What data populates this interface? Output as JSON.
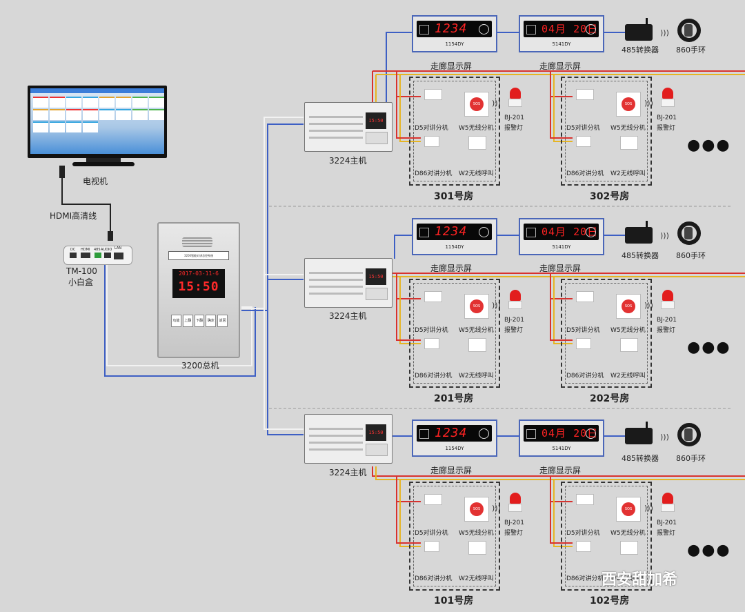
{
  "tv": {
    "label": "电视机"
  },
  "hdmi": {
    "label": "HDMI高清线"
  },
  "tm100": {
    "model": "TM-100",
    "name": "小白盒",
    "ports": [
      "DC",
      "HDMI",
      "485",
      "AUDIO",
      "LAN"
    ]
  },
  "master": {
    "label": "3200总机",
    "header": "3200智能对讲总控系统",
    "led_date": "2017-03-11-6",
    "led_time": "15:50",
    "keys": [
      "功能",
      "上翻",
      "下翻",
      "确定",
      "返回"
    ]
  },
  "hosts": [
    {
      "label": "3224主机",
      "led": "15:50"
    },
    {
      "label": "3224主机",
      "led": "15:50"
    },
    {
      "label": "3224主机",
      "led": "15:50"
    }
  ],
  "corridor": {
    "label": "走廊显示屏",
    "display1": {
      "digits": "1234",
      "model": "1154DY"
    },
    "display2": {
      "digits": "04月 20日",
      "model": "5141DY"
    }
  },
  "converter": {
    "label": "485转换器"
  },
  "band": {
    "label": "860手环"
  },
  "devices": {
    "d5": "D5对讲分机",
    "w5": "W5无线分机",
    "d86": "D86对讲分机",
    "w2": "W2无线呼叫",
    "alarm_model": "BJ-201",
    "alarm_name": "报警灯",
    "sos": "SOS"
  },
  "rooms": [
    "301号房",
    "302号房",
    "201号房",
    "202号房",
    "101号房",
    "102号房"
  ],
  "more": "●●●",
  "watermark": "西安甜加希",
  "colors": {
    "blue_line": "#3d5fc4",
    "red_line": "#d9322e",
    "yellow_line": "#e6b523",
    "white_line": "#f4f4f4",
    "led_red": "#ff2323"
  }
}
